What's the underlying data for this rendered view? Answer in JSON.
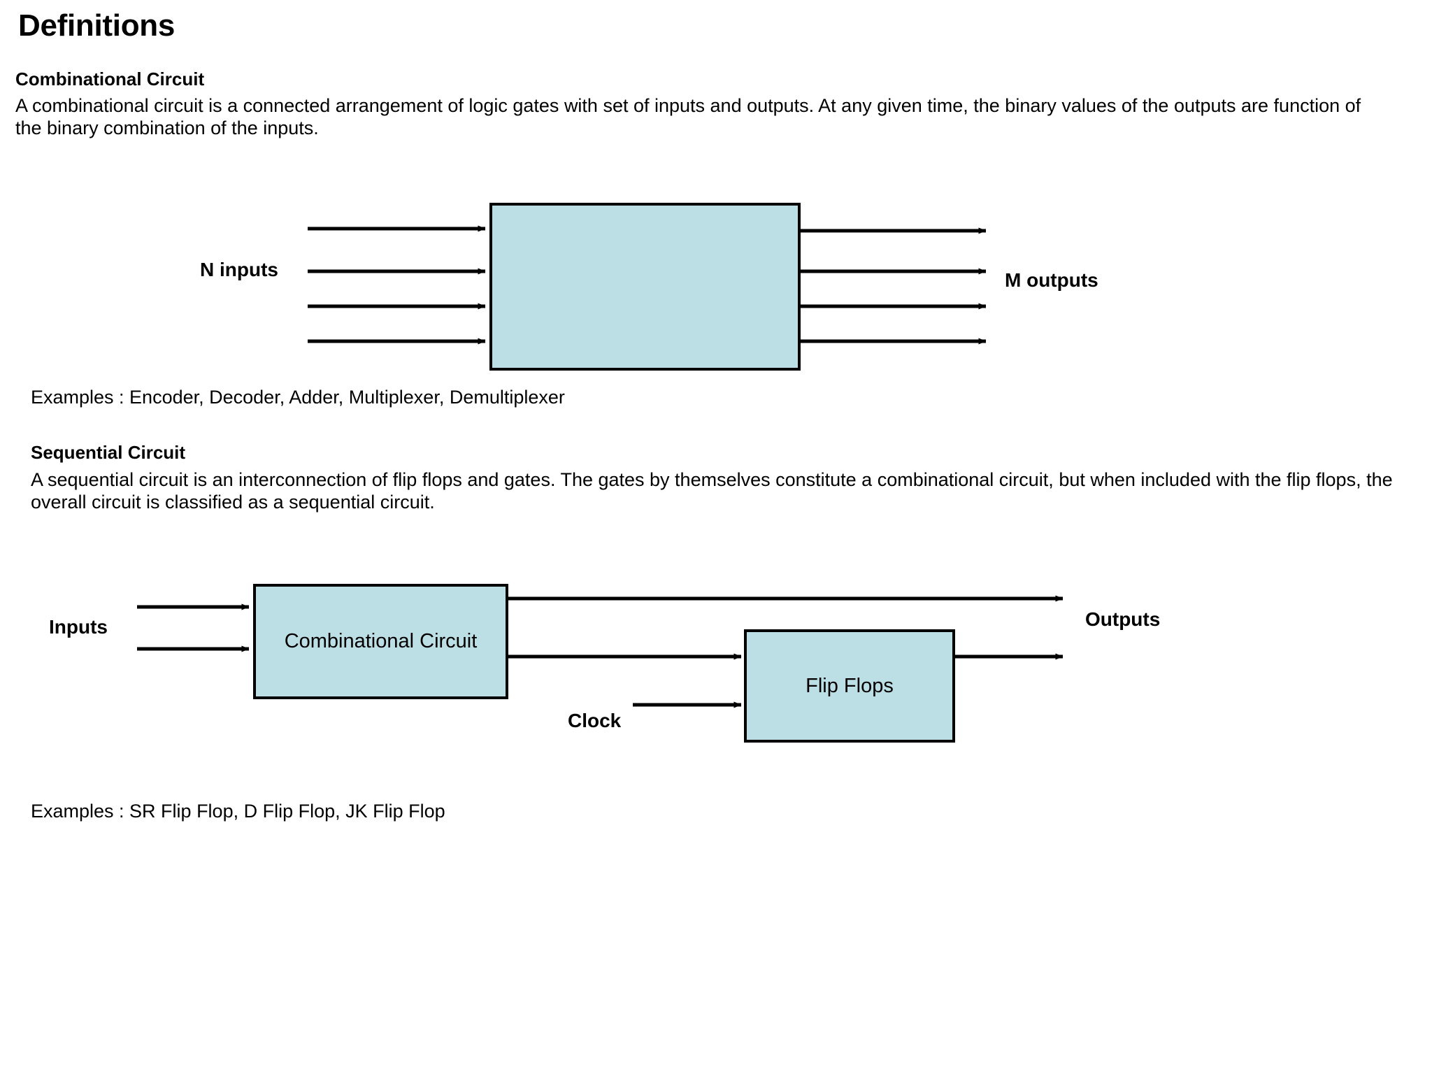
{
  "slide": {
    "title": "Definitions",
    "background": "#ffffff",
    "block_fill": "#bcdee5",
    "block_stroke": "#000000"
  },
  "combinational": {
    "heading": "Combinational Circuit",
    "paragraph": "A combinational circuit is a connected arrangement of logic gates with set of inputs and outputs. At any given time, the binary values of the outputs are function of the binary combination of the inputs.",
    "examples": "Examples : Encoder, Decoder, Adder, Multiplexer, Demultiplexer",
    "diagram": {
      "input_label": "N inputs",
      "output_label": "M outputs",
      "block_label": "",
      "input_count": 4,
      "output_count": 4
    }
  },
  "sequential": {
    "heading": "Sequential Circuit",
    "paragraph": "A sequential circuit is an interconnection of flip flops and gates. The gates by themselves constitute a combinational circuit, but when included with the flip flops, the overall circuit is classified as a sequential circuit.",
    "examples": "Examples : SR Flip Flop, D Flip Flop, JK Flip Flop",
    "diagram": {
      "input_label": "Inputs",
      "output_label": "Outputs",
      "clock_label": "Clock",
      "combinational_block_label": "Combinational Circuit",
      "flipflops_block_label": "Flip Flops",
      "input_count": 2,
      "output_count": 2
    }
  }
}
